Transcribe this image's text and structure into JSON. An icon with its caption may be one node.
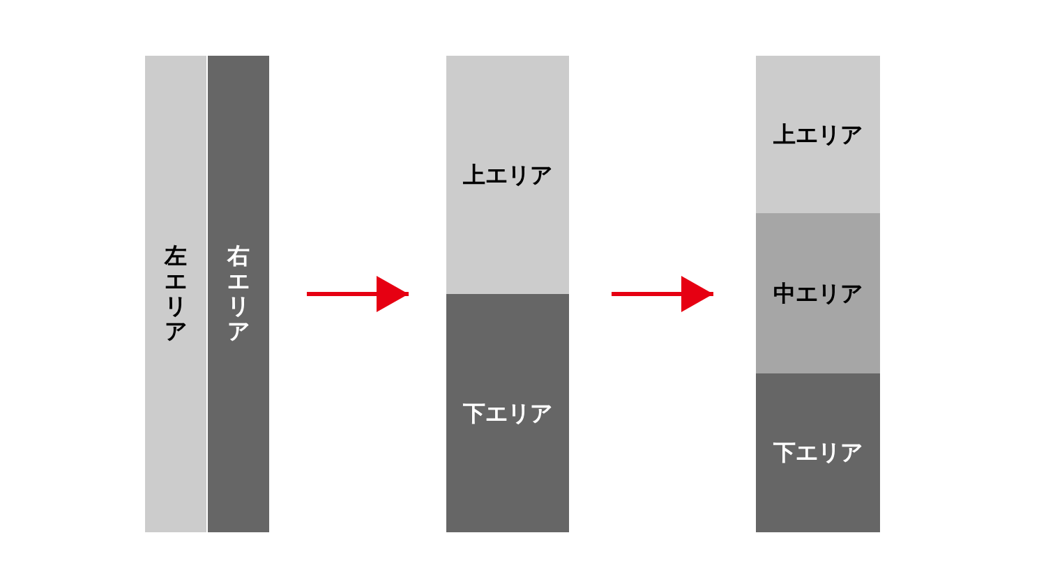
{
  "diagram": {
    "nodes": [
      {
        "text": [],
        "shape": "bar"
      },
      {
        "text": [
          "左エリア"
        ],
        "in": 0
      },
      {
        "text": [
          "右エリア"
        ],
        "in": 0
      },
      {
        "text": [],
        "shape": "bar"
      },
      {
        "text": [
          "上エリア"
        ],
        "in": 3
      },
      {
        "text": [
          "下エリア"
        ],
        "in": 3
      },
      {
        "text": [],
        "shape": "bar"
      },
      {
        "text": [
          "上エリア"
        ],
        "in": 6
      },
      {
        "text": [
          "中エリア"
        ],
        "in": 6
      },
      {
        "text": [
          "下エリア"
        ],
        "in": 6
      }
    ],
    "edges": [
      {
        "from": 0,
        "to": 3,
        "arrow": "to"
      },
      {
        "from": 3,
        "to": 6,
        "arrow": "to"
      }
    ]
  }
}
